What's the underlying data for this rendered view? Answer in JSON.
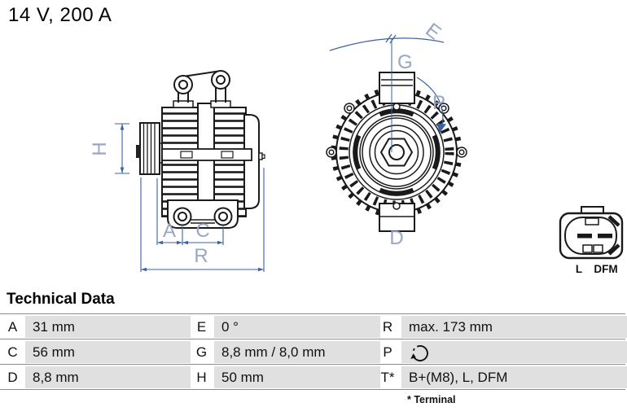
{
  "header": {
    "title": "14 V, 200 A"
  },
  "section": {
    "heading": "Technical Data"
  },
  "diagram": {
    "side_view_labels": {
      "H": "H",
      "A": "A",
      "C": "C",
      "R": "R"
    },
    "front_view_labels": {
      "E": "E",
      "G": "G",
      "P": "P",
      "D": "D"
    },
    "connector": {
      "left_pin": "L",
      "right_pin": "DFM"
    },
    "colors": {
      "dimension_line": "#3A62A7",
      "dimension_label": "#98A5C5",
      "drawing_line": "#1A1A1A"
    }
  },
  "table": {
    "rows": [
      [
        {
          "key": "A",
          "value": "31 mm"
        },
        {
          "key": "E",
          "value": "0 °"
        },
        {
          "key": "R",
          "value": "max. 173 mm"
        }
      ],
      [
        {
          "key": "C",
          "value": "56 mm"
        },
        {
          "key": "G",
          "value": "8,8 mm / 8,0 mm"
        },
        {
          "key": "P",
          "value": "",
          "icon": "rotation-direction-icon"
        }
      ],
      [
        {
          "key": "D",
          "value": "8,8 mm"
        },
        {
          "key": "H",
          "value": "50 mm"
        },
        {
          "key": "T*",
          "value": "B+(M8), L, DFM"
        }
      ]
    ],
    "footnote": "* Terminal",
    "colors": {
      "cell_bg": "#E0E0E0",
      "divider": "#8C8C8C"
    }
  }
}
